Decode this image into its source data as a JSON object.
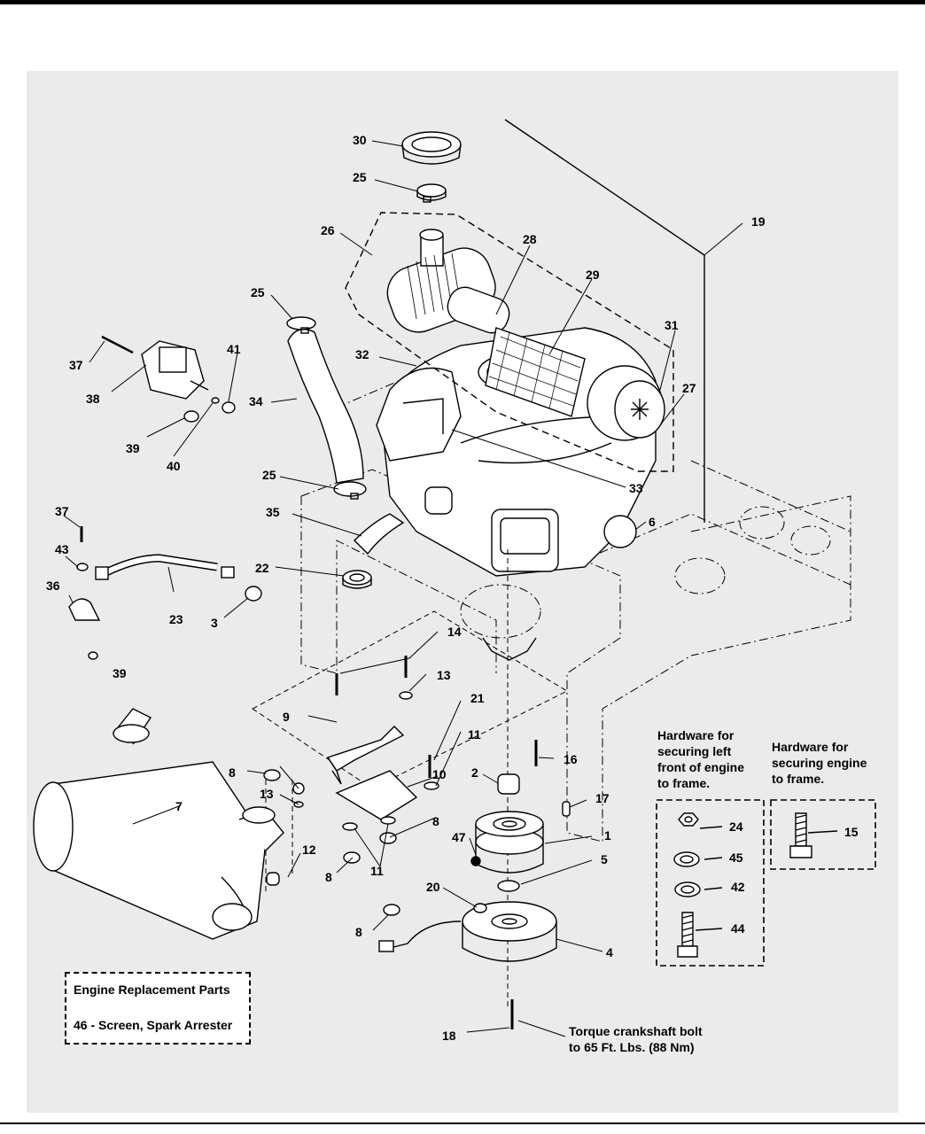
{
  "labels": {
    "l1": "1",
    "l2": "2",
    "l3": "3",
    "l4": "4",
    "l5": "5",
    "l6": "6",
    "l7": "7",
    "l8": "8",
    "l9": "9",
    "l10": "10",
    "l11": "11",
    "l12": "12",
    "l13": "13",
    "l14": "14",
    "l15": "15",
    "l16": "16",
    "l17": "17",
    "l18": "18",
    "l19": "19",
    "l20": "20",
    "l21": "21",
    "l22": "22",
    "l23": "23",
    "l24": "24",
    "l25": "25",
    "l26": "26",
    "l27": "27",
    "l28": "28",
    "l29": "29",
    "l30": "30",
    "l31": "31",
    "l32": "32",
    "l33": "33",
    "l34": "34",
    "l35": "35",
    "l36": "36",
    "l37": "37",
    "l38": "38",
    "l39": "39",
    "l40": "40",
    "l41": "41",
    "l42": "42",
    "l43": "43",
    "l44": "44",
    "l45": "45",
    "l47": "47"
  },
  "notes": {
    "hardware_left": "Hardware for\nsecuring left\nfront of engine\nto frame.",
    "hardware_frame": "Hardware for\nsecuring engine\nto frame.",
    "torque": "Torque crankshaft bolt\nto 65 Ft. Lbs. (88 Nm)"
  },
  "replacement_box": {
    "title": "Engine Replacement Parts",
    "item": "46 - Screen, Spark Arrester"
  }
}
